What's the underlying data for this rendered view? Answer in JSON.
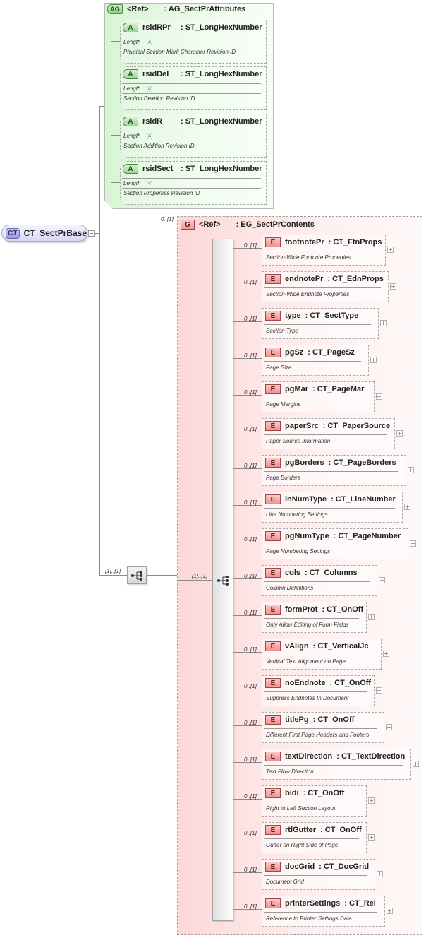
{
  "root": {
    "badge": "CT",
    "name": "CT_SectPrBase"
  },
  "attribute_group": {
    "badge": "AG",
    "ref": "<Ref>",
    "type": ": AG_SectPrAttributes",
    "cardinality": "0..[1]",
    "attributes": [
      {
        "badge": "A",
        "name": "rsidRPr",
        "type": ": ST_LongHexNumber",
        "facet_label": "Length",
        "facet_value": "[4]",
        "description": "Physical Section Mark Character Revision ID"
      },
      {
        "badge": "A",
        "name": "rsidDel",
        "type": ": ST_LongHexNumber",
        "facet_label": "Length",
        "facet_value": "[4]",
        "description": "Section Deletion Revision ID"
      },
      {
        "badge": "A",
        "name": "rsidR",
        "type": ": ST_LongHexNumber",
        "facet_label": "Length",
        "facet_value": "[4]",
        "description": "Section Addition Revision ID"
      },
      {
        "badge": "A",
        "name": "rsidSect",
        "type": ": ST_LongHexNumber",
        "facet_label": "Length",
        "facet_value": "[4]",
        "description": "Section Properties Revision ID"
      }
    ]
  },
  "sequence": {
    "outer_cardinality": "[1]..[1]",
    "inner_cardinality": "[1]..[1]"
  },
  "element_group": {
    "badge": "G",
    "ref": "<Ref>",
    "type": ": EG_SectPrContents",
    "elements": [
      {
        "badge": "E",
        "cardinality": "0..[1]",
        "name": "footnotePr",
        "type": ": CT_FtnProps",
        "description": "Section-Wide Footnote Properties"
      },
      {
        "badge": "E",
        "cardinality": "0..[1]",
        "name": "endnotePr",
        "type": ": CT_EdnProps",
        "description": "Section-Wide Endnote Properties"
      },
      {
        "badge": "E",
        "cardinality": "0..[1]",
        "name": "type",
        "type": ": CT_SectType",
        "description": "Section Type"
      },
      {
        "badge": "E",
        "cardinality": "0..[1]",
        "name": "pgSz",
        "type": ": CT_PageSz",
        "description": "Page Size"
      },
      {
        "badge": "E",
        "cardinality": "0..[1]",
        "name": "pgMar",
        "type": ": CT_PageMar",
        "description": "Page Margins"
      },
      {
        "badge": "E",
        "cardinality": "0..[1]",
        "name": "paperSrc",
        "type": ": CT_PaperSource",
        "description": "Paper Source Information"
      },
      {
        "badge": "E",
        "cardinality": "0..[1]",
        "name": "pgBorders",
        "type": ": CT_PageBorders",
        "description": "Page Borders"
      },
      {
        "badge": "E",
        "cardinality": "0..[1]",
        "name": "lnNumType",
        "type": ": CT_LineNumber",
        "description": "Line Numbering Settings"
      },
      {
        "badge": "E",
        "cardinality": "0..[1]",
        "name": "pgNumType",
        "type": ": CT_PageNumber",
        "description": "Page Numbering Settings"
      },
      {
        "badge": "E",
        "cardinality": "0..[1]",
        "name": "cols",
        "type": ": CT_Columns",
        "description": "Column Definitions"
      },
      {
        "badge": "E",
        "cardinality": "0..[1]",
        "name": "formProt",
        "type": ": CT_OnOff",
        "description": "Only Allow Editing of Form Fields"
      },
      {
        "badge": "E",
        "cardinality": "0..[1]",
        "name": "vAlign",
        "type": ": CT_VerticalJc",
        "description": "Vertical Text Alignment on Page"
      },
      {
        "badge": "E",
        "cardinality": "0..[1]",
        "name": "noEndnote",
        "type": ": CT_OnOff",
        "description": "Suppress Endnotes In Document"
      },
      {
        "badge": "E",
        "cardinality": "0..[1]",
        "name": "titlePg",
        "type": ": CT_OnOff",
        "description": "Different First Page Headers and Footers"
      },
      {
        "badge": "E",
        "cardinality": "0..[1]",
        "name": "textDirection",
        "type": ": CT_TextDirection",
        "description": "Text Flow Direction"
      },
      {
        "badge": "E",
        "cardinality": "0..[1]",
        "name": "bidi",
        "type": ": CT_OnOff",
        "description": "Right to Left Section Layout"
      },
      {
        "badge": "E",
        "cardinality": "0..[1]",
        "name": "rtlGutter",
        "type": ": CT_OnOff",
        "description": "Gutter on Right Side of Page"
      },
      {
        "badge": "E",
        "cardinality": "0..[1]",
        "name": "docGrid",
        "type": ": CT_DocGrid",
        "description": "Document Grid"
      },
      {
        "badge": "E",
        "cardinality": "0..[1]",
        "name": "printerSettings",
        "type": ": CT_Rel",
        "description": "Reference to Printer Settings Data"
      }
    ]
  }
}
